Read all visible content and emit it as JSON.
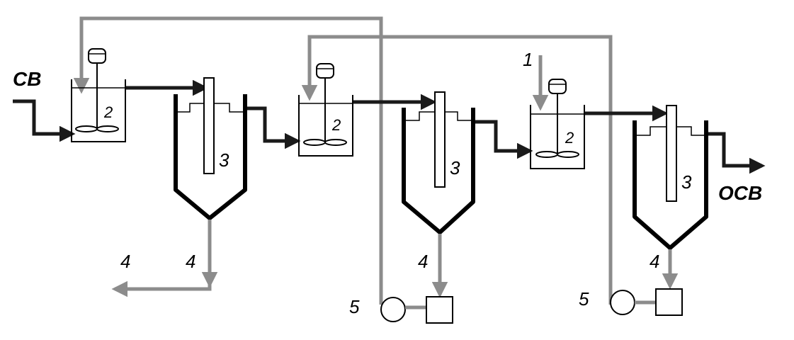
{
  "labels": {
    "input": "СВ",
    "output": "ОСВ",
    "reagent": "1",
    "mixer": "2",
    "settler": "3",
    "sludge": "4",
    "pump": "5"
  },
  "colors": {
    "process_flow": "#1a1a1a",
    "recycle_flow": "#8c8c8c",
    "equipment": "#000000"
  }
}
